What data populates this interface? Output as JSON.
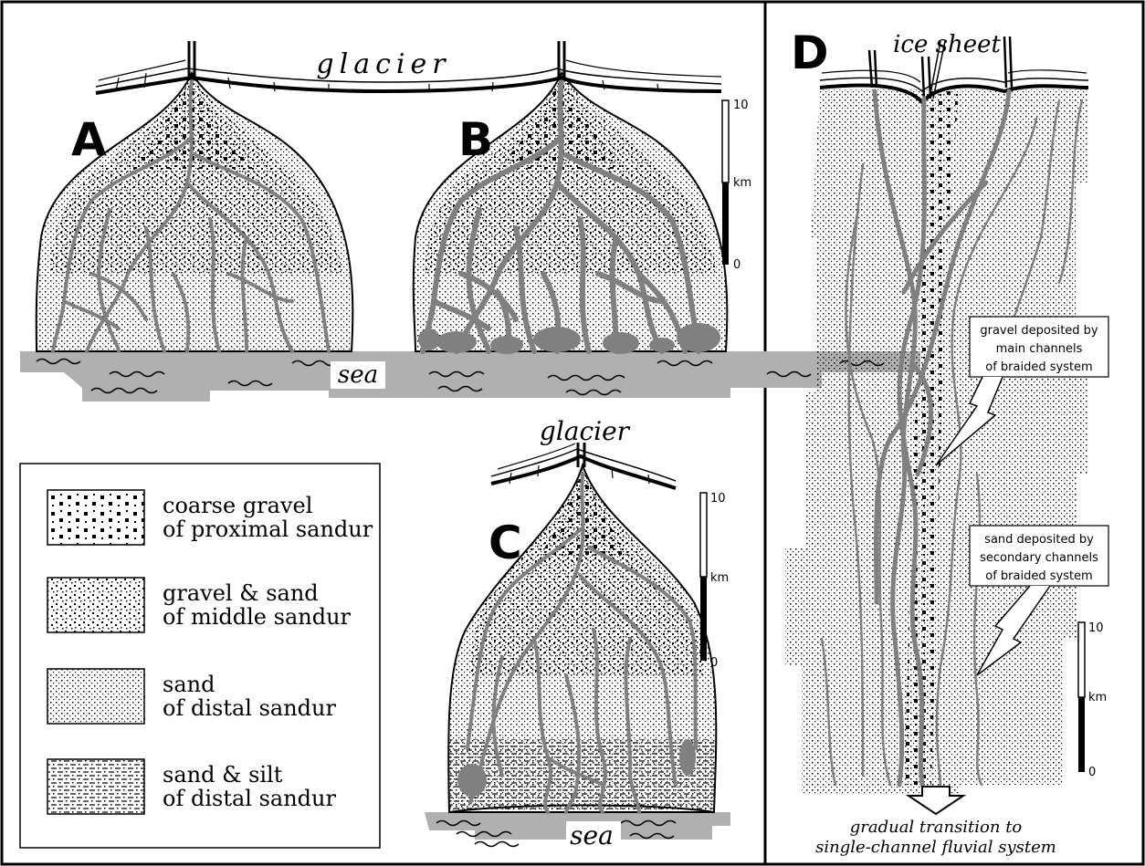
{
  "panels": {
    "A": {
      "letter": "A"
    },
    "B": {
      "letter": "B"
    },
    "C": {
      "letter": "C"
    },
    "D": {
      "letter": "D"
    }
  },
  "labels": {
    "glacier_top": "glacier",
    "sea_top": "sea",
    "glacier_c": "glacier",
    "sea_c": "sea",
    "ice_sheet": "ice sheet",
    "transition_line1": "gradual transition to",
    "transition_line2": "single-channel fluvial system"
  },
  "callouts": {
    "gravel": [
      "gravel deposited by",
      "main channels",
      "of braided system"
    ],
    "sand": [
      "sand deposited by",
      "secondary channels",
      "of braided system"
    ]
  },
  "scale_bars": [
    {
      "top": "10",
      "mid": "km",
      "bottom": "0"
    },
    {
      "top": "10",
      "mid": "km",
      "bottom": "0"
    },
    {
      "top": "10",
      "mid": "km",
      "bottom": "0"
    }
  ],
  "legend": [
    {
      "line1": "coarse gravel",
      "line2": "of proximal sandur",
      "pattern": "coarse-gravel"
    },
    {
      "line1": "gravel & sand",
      "line2": "of middle sandur",
      "pattern": "gravel-sand"
    },
    {
      "line1": "sand",
      "line2": "of distal sandur",
      "pattern": "sand"
    },
    {
      "line1": "sand & silt",
      "line2": "of distal sandur",
      "pattern": "sand-silt"
    }
  ],
  "colors": {
    "channel": "#808080",
    "sea": "#b0b0b0",
    "ink": "#000000"
  }
}
